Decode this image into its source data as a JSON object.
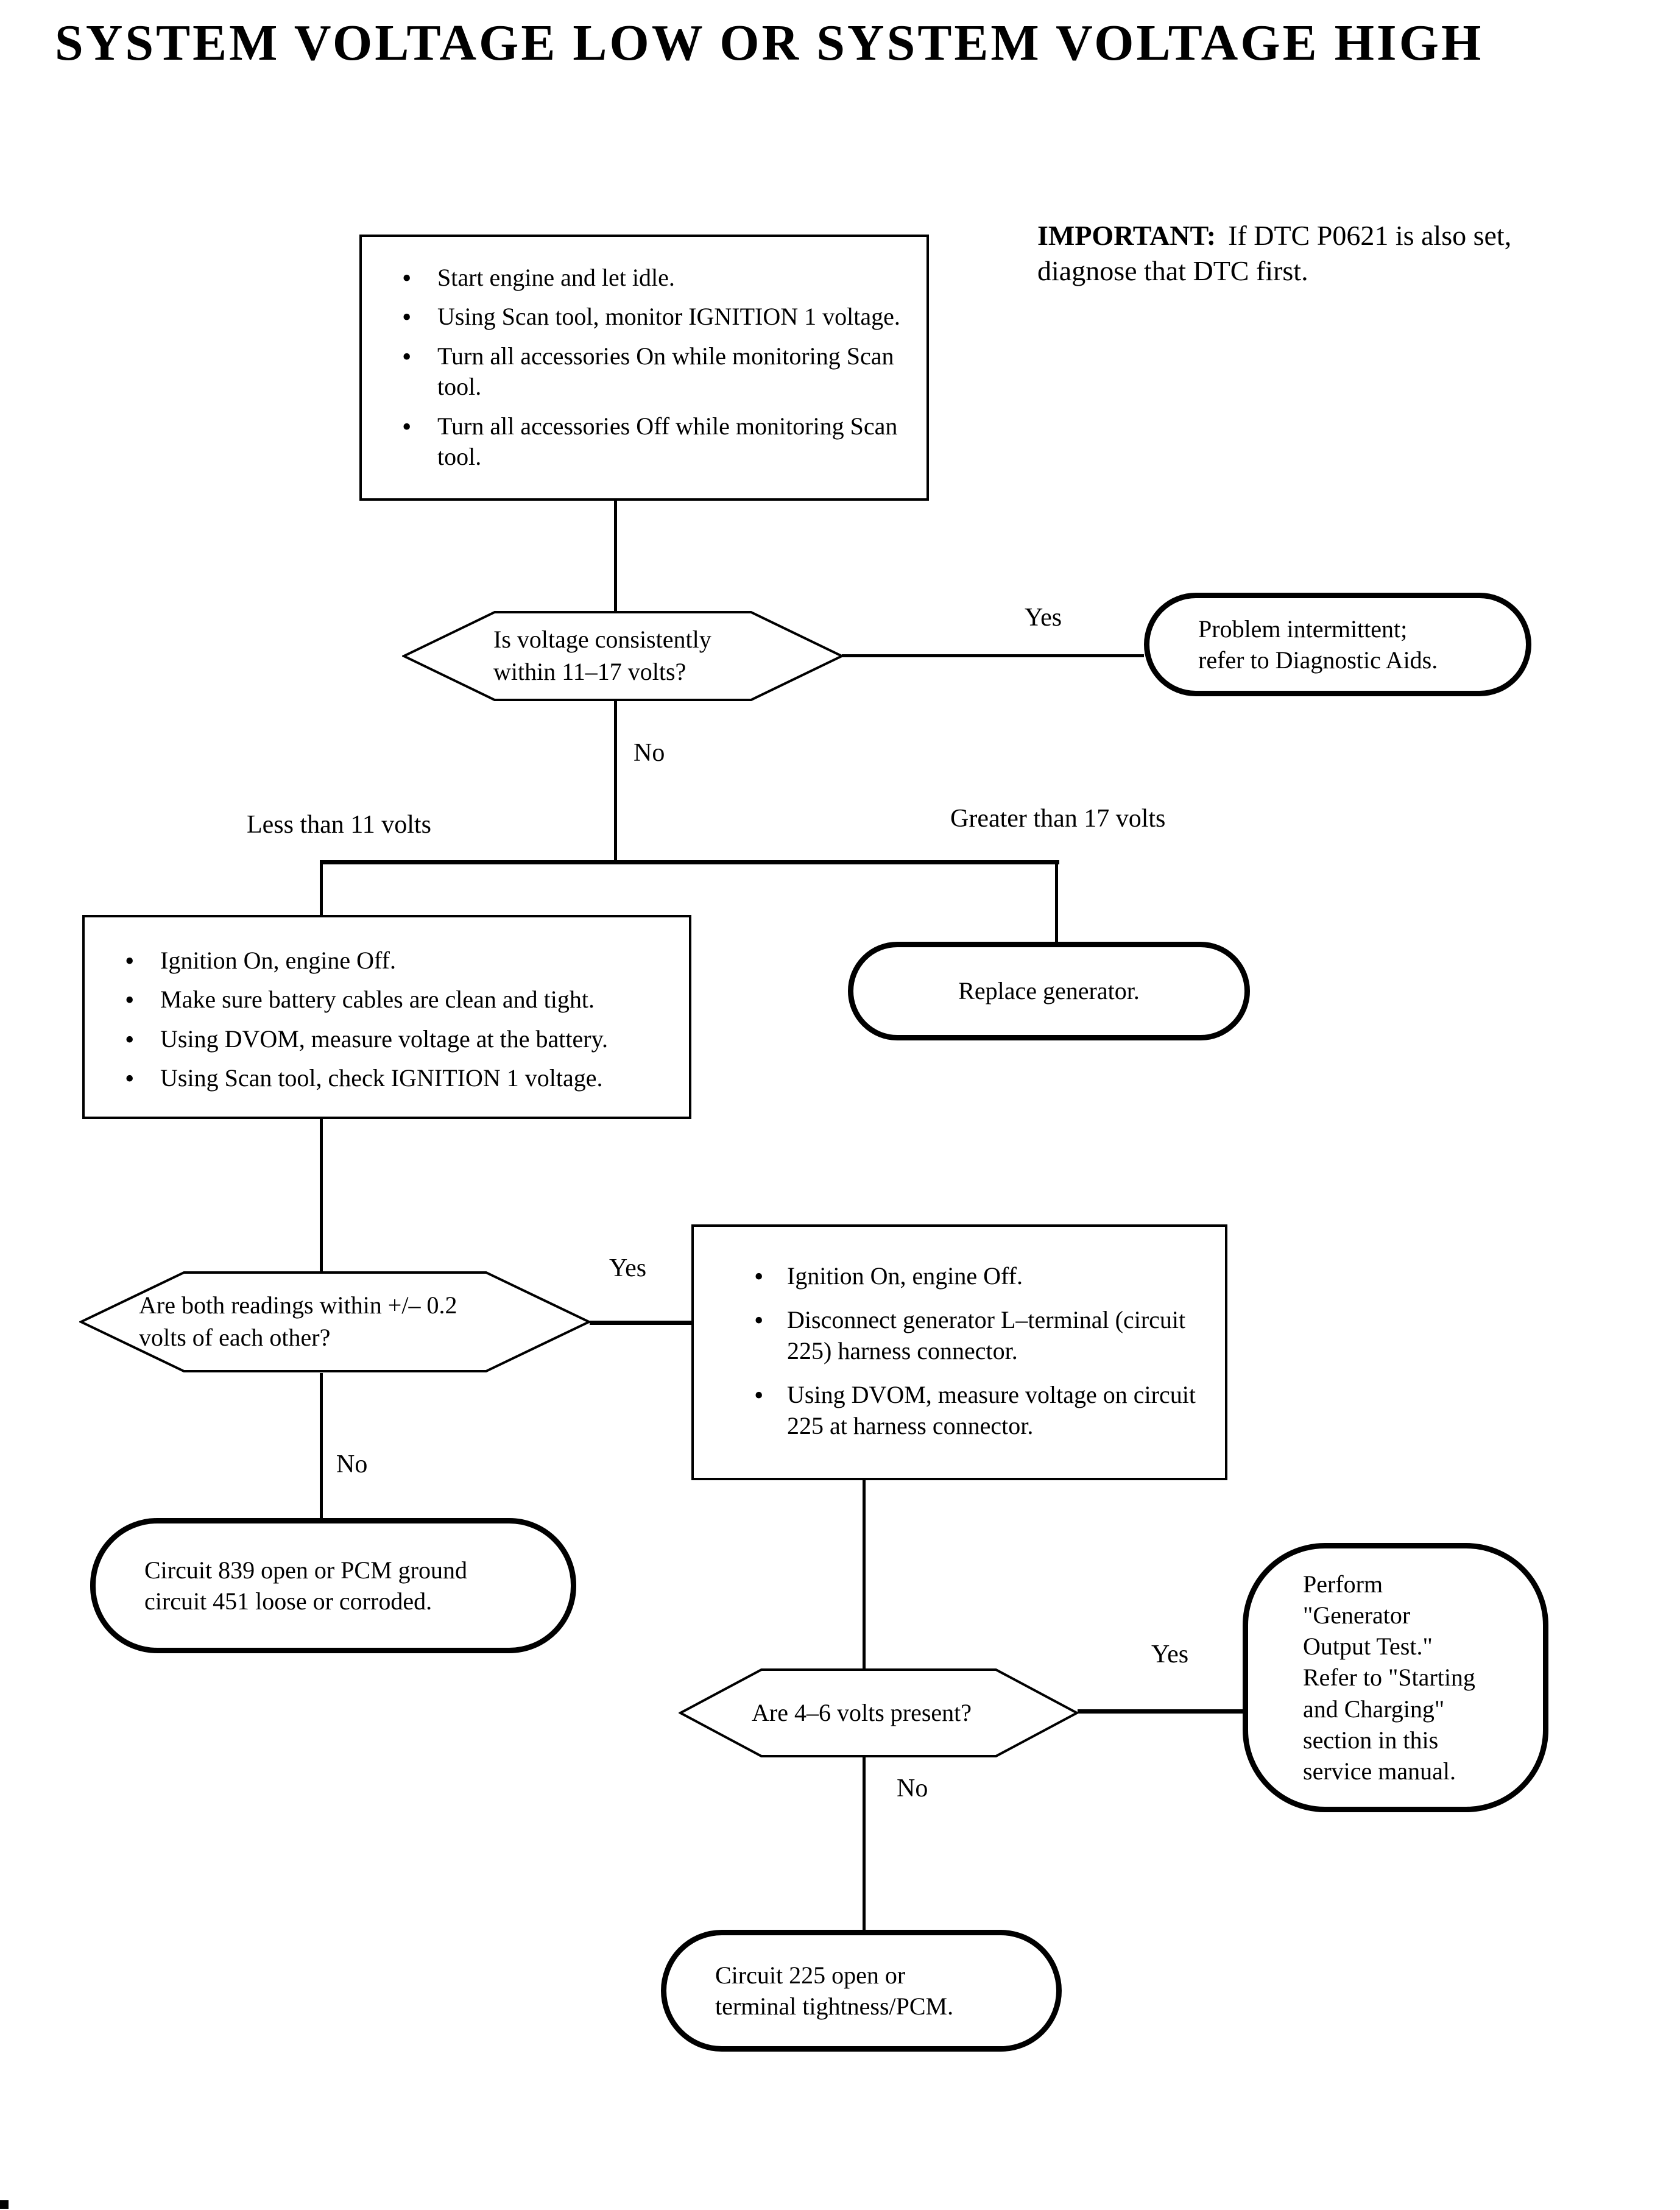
{
  "title": "SYSTEM VOLTAGE LOW OR SYSTEM VOLTAGE HIGH",
  "note": {
    "label": "IMPORTANT:",
    "text": "If DTC P0621 is also set,\ndiagnose that DTC first."
  },
  "steps": {
    "step1": {
      "bullets": [
        "Start engine and let idle.",
        "Using Scan tool, monitor IGNITION 1 voltage.",
        "Turn all accessories On while monitoring Scan tool.",
        "Turn all accessories Off while monitoring Scan tool."
      ]
    },
    "step2": {
      "bullets": [
        "Ignition On, engine Off.",
        "Make sure battery cables are clean and tight.",
        "Using DVOM, measure voltage at the battery.",
        "Using Scan tool, check IGNITION 1 voltage."
      ]
    },
    "step3": {
      "bullets": [
        "Ignition On, engine Off.",
        "Disconnect generator L–terminal (circuit 225) harness connector.",
        "Using DVOM, measure voltage on circuit 225 at harness connector."
      ]
    }
  },
  "decisions": {
    "voltage_range": "Is voltage consistently\nwithin 11–17 volts?",
    "readings_match": "Are both readings within +/– 0.2\nvolts of each other?",
    "volts_present": "Are 4–6 volts present?"
  },
  "results": {
    "intermittent": "Problem intermittent;\nrefer to Diagnostic Aids.",
    "replace_generator": "Replace generator.",
    "circuit_839": "Circuit 839 open or PCM ground\ncircuit 451 loose or corroded.",
    "generator_output_test": "Perform\n\"Generator\nOutput Test.\"\nRefer to \"Starting\nand Charging\"\nsection in this\nservice manual.",
    "circuit_225": "Circuit 225 open or\nterminal tightness/PCM."
  },
  "labels": {
    "yes1": "Yes",
    "no1": "No",
    "less_than": "Less than 11 volts",
    "greater_than": "Greater than 17 volts",
    "yes2": "Yes",
    "no2": "No",
    "yes3": "Yes",
    "no3": "No"
  }
}
